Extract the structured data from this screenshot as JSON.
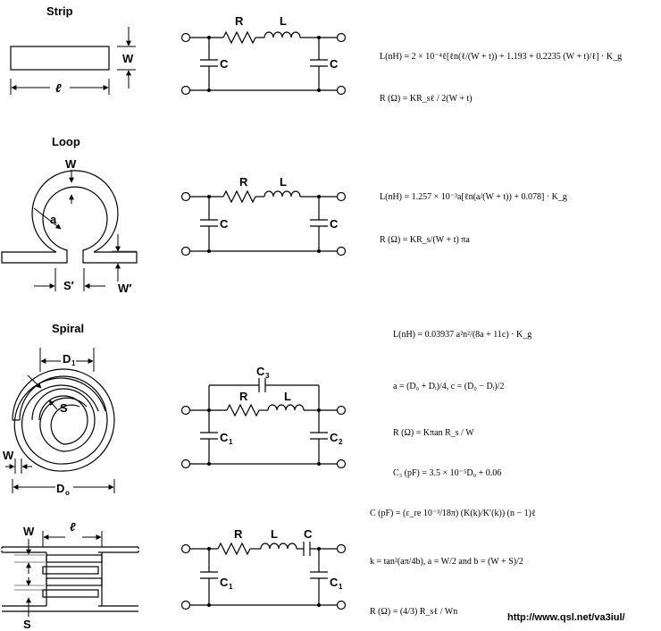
{
  "sections": {
    "strip": {
      "title": "Strip",
      "label_w": "W",
      "label_len": "ℓ",
      "circuit": {
        "r": "R",
        "l": "L",
        "c_left": "C",
        "c_right": "C"
      },
      "eq_l": "L(nH) = 2 × 10⁻⁴ℓ[ℓn(ℓ/(W + t)) + 1.193 + 0.2235 (W + t)/ℓ] · K_g",
      "eq_r": "R (Ω) = KR_sℓ / 2(W + t)"
    },
    "loop": {
      "title": "Loop",
      "label_w": "W",
      "label_a": "a",
      "label_s": "S′",
      "label_w2": "W′",
      "circuit": {
        "r": "R",
        "l": "L",
        "c_left": "C",
        "c_right": "C"
      },
      "eq_l": "L(nH) = 1.257 × 10⁻³a[ℓn(a/(W + t)) + 0.078] · K_g",
      "eq_r": "R (Ω) = KR_s/(W + t) πa"
    },
    "spiral": {
      "title": "Spiral",
      "label_d1": "D",
      "label_d1_sub": "1",
      "label_s": "S",
      "label_w": "W",
      "label_d0": "D",
      "label_d0_sub": "o",
      "circuit": {
        "c3": "C",
        "c3_sub": "3",
        "r": "R",
        "l": "L",
        "c1": "C",
        "c1_sub": "1",
        "c2": "C",
        "c2_sub": "2"
      },
      "eq_l": "L(nH) = 0.03937 a²n²/(8a + 11c) · K_g",
      "eq_ac": "a = (D₀ + Dᵢ)/4,    c = (D₀ − Dᵢ)/2",
      "eq_r": "R (Ω) = Kπan R_s / W",
      "eq_c3": "C₃ (pF) = 3.5 × 10⁻⁵D₀ + 0.06"
    },
    "interdigital": {
      "label_w": "W",
      "label_len": "ℓ",
      "label_s": "S",
      "circuit": {
        "r": "R",
        "l": "L",
        "c": "C",
        "c1a": "C",
        "c1a_sub": "1",
        "c1b": "C",
        "c1b_sub": "1"
      },
      "eq_c": "C (pF) = (ε_re 10⁻³/18π) (K(k)/K′(k)) (n − 1)ℓ",
      "eq_k": "k = tan²(aπ/4b),    a = W/2 and b = (W + S)/2",
      "eq_r": "R (Ω) = (4/3) R_sℓ / Wn"
    }
  },
  "footer": {
    "url": "http://www.qsl.net/va3iul/"
  }
}
